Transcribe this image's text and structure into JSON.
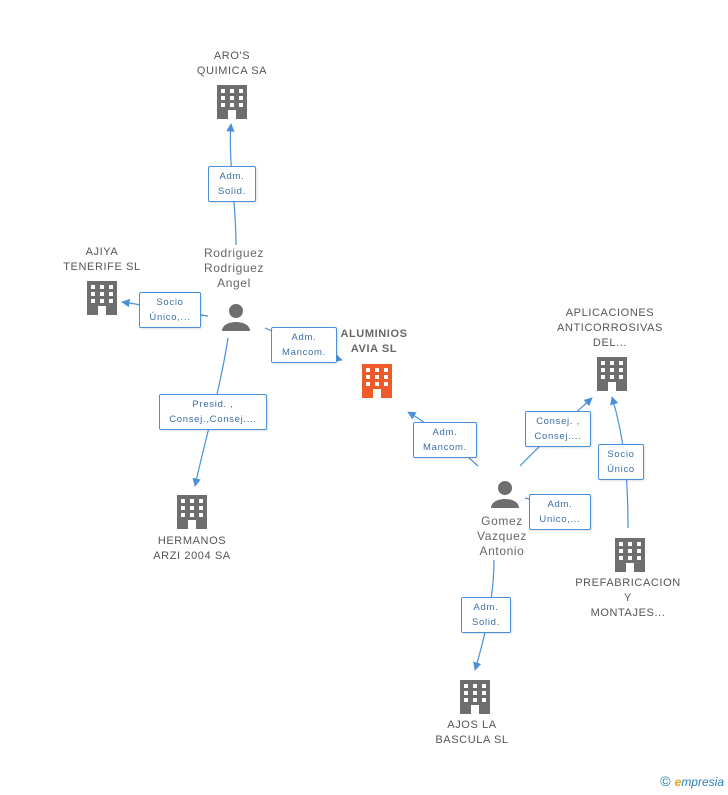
{
  "colors": {
    "edge": "#4a90d9",
    "company": "#6e6e6e",
    "focus": "#f05a2a",
    "person": "#6e6e6e"
  },
  "nodes": {
    "aros": "ARO'S\nQUIMICA SA",
    "ajiya": "AJIYA\nTENERIFE SL",
    "rodriguez": "Rodriguez\nRodriguez\nAngel",
    "aluminios": "ALUMINIOS\nAVIA SL",
    "aplicaciones": "APLICACIONES\nANTICORROSIVAS\nDEL...",
    "hermanos": "HERMANOS\nARZI 2004 SA",
    "gomez": "Gomez\nVazquez\nAntonio",
    "prefabricacion": "PREFABRICACION\nY\nMONTAJES...",
    "ajos": "AJOS LA\nBASCULA SL"
  },
  "edges": {
    "rod_aros": "Adm.\nSolid.",
    "rod_ajiya": "Socio\nÚnico,...",
    "rod_alum": "Adm.\nMancom.",
    "rod_herm": "Presid. ,\nConsej.,Consej....",
    "gom_alum": "Adm.\nMancom.",
    "gom_apl": "Consej. ,\nConsej....",
    "pre_apl": "Socio\nÚnico",
    "gom_pre": "Adm.\nUnico,...",
    "gom_ajos": "Adm.\nSolid."
  },
  "footer": {
    "copyright": "©",
    "brand_first": "e",
    "brand_rest": "mpresia"
  }
}
